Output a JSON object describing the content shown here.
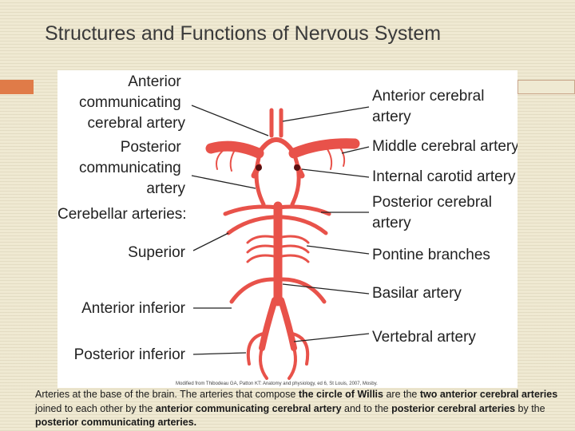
{
  "title": "Structures and Functions of Nervous System",
  "labels_left": {
    "ant_comm": [
      "Anterior",
      "communicating",
      "cerebral artery"
    ],
    "post_comm": [
      "Posterior",
      "communicating",
      "artery"
    ],
    "cerebellar": "Cerebellar arteries:",
    "superior": "Superior",
    "ant_inf": "Anterior inferior",
    "post_inf": "Posterior inferior"
  },
  "labels_right": {
    "ant_cerebral": [
      "Anterior cerebral",
      "artery"
    ],
    "middle_cerebral": "Middle cerebral artery",
    "internal_carotid": "Internal carotid artery",
    "post_cerebral": [
      "Posterior cerebral",
      "artery"
    ],
    "pontine": "Pontine branches",
    "basilar": "Basilar artery",
    "vertebral": "Vertebral artery"
  },
  "credit": "Modified from Thibodeau GA, Patton KT: Anatomy and physiology, ed 6, St Louis, 2007, Mosby.",
  "caption": {
    "t1": "Arteries at the base of the brain. The arteries that compose ",
    "b1": "the circle of Willis",
    "t2": " are the ",
    "b2": "two anterior cerebral arteries",
    "t3": " joined to each other by the ",
    "b3": "anterior communicating cerebral artery",
    "t4": " and to the ",
    "b4": "posterior cerebral arteries",
    "t5": " by the ",
    "b5": "posterior communicating arteries."
  },
  "colors": {
    "artery": "#e8524a",
    "accent": "#e07b48"
  }
}
